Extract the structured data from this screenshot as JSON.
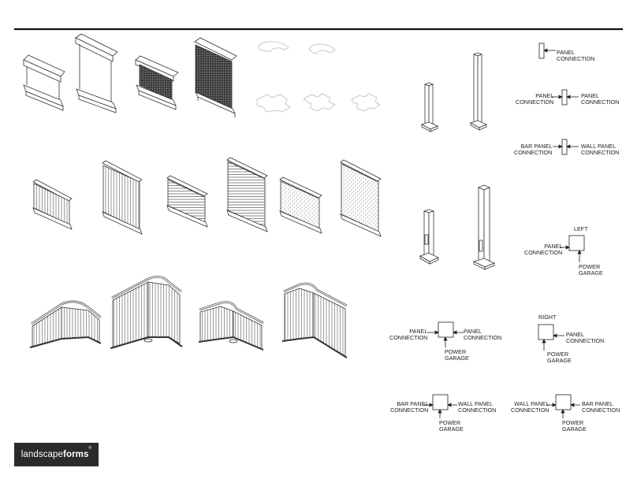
{
  "labels": {
    "panel_connection_top": "PANEL\nCONNECTION",
    "mid_left": "PANEL\nCONNECTION",
    "mid_right": "PANEL\nCONNECTION",
    "bar_left": "BAR PANEL\nCONNECTION",
    "wall_right": "WALL PANEL\nCONNECTION",
    "left_title": "LEFT",
    "left_panel": "PANEL\nCONNECTION",
    "left_power": "POWER\nGARAGE",
    "sq_left": "PANEL\nCONNECTION",
    "sq_right": "PANEL\nCONNECTION",
    "sq_power": "POWER\nGARAGE",
    "right_title": "RIGHT",
    "right_panel": "PANEL\nCONNECTION",
    "right_power": "POWER\nGARAGE",
    "b1_left": "BAR PANEL\nCONNECTION",
    "b1_right": "WALL PANEL\nCONNECTION",
    "b1_power": "POWER\nGARAGE",
    "b2_left": "WALL PANEL\nCONNECTION",
    "b2_right": "BAR PANEL\nCONNECTION",
    "b2_power": "POWER\nGARAGE"
  },
  "logo": {
    "light": "landscape",
    "bold": "forms",
    "mark": "®"
  }
}
